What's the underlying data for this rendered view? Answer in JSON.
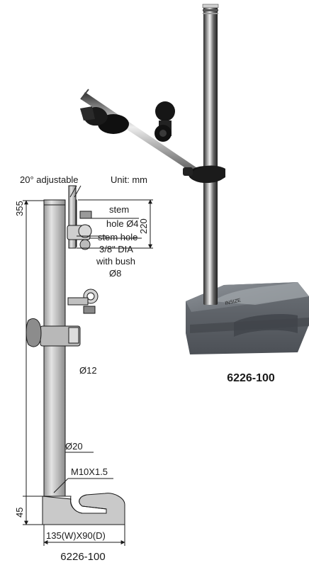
{
  "drawing": {
    "unit_label": "Unit: mm",
    "adjust_label": "20° adjustable",
    "stem_hole_line1": "stem",
    "stem_hole_line2": "hole Ø4",
    "stem_bush_line1": "stem hole",
    "stem_bush_line2": "3/8\" DIA",
    "stem_bush_line3": "with bush",
    "stem_bush_line4": "Ø8",
    "dim_220": "220",
    "dim_355": "355",
    "dim_45": "45",
    "dim_d12": "Ø12",
    "dim_d20": "Ø20",
    "thread": "M10X1.5",
    "base_size": "135(W)X90(D)",
    "caption": "6226-100"
  },
  "photo": {
    "caption": "6226-100"
  }
}
